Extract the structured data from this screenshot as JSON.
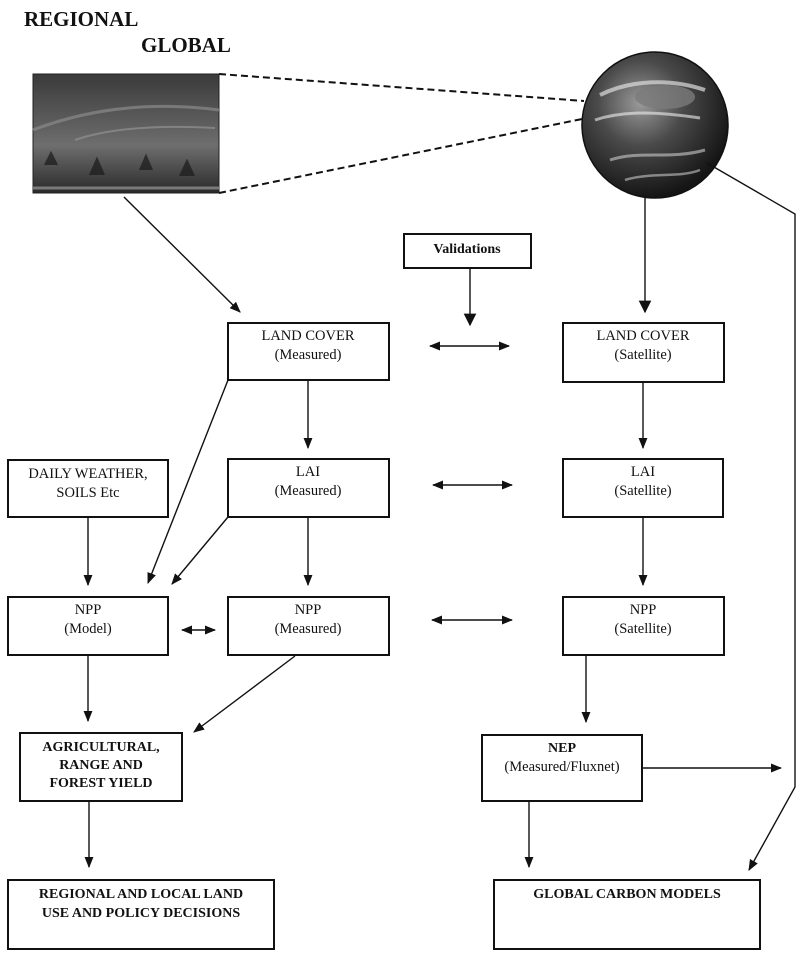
{
  "headings": {
    "regional": "REGIONAL",
    "global": "GLOBAL"
  },
  "images": {
    "regional_photo": "forest-landscape-photo",
    "global_photo": "earth-globe-photo"
  },
  "nodes": {
    "validations": {
      "line1": "Validations"
    },
    "land_cover_measured": {
      "line1": "LAND COVER",
      "line2": "(Measured)"
    },
    "land_cover_satellite": {
      "line1": "LAND COVER",
      "line2": "(Satellite)"
    },
    "daily_weather": {
      "line1": "DAILY WEATHER,",
      "line2": "SOILS Etc"
    },
    "lai_measured": {
      "line1": "LAI",
      "line2": "(Measured)"
    },
    "lai_satellite": {
      "line1": "LAI",
      "line2": "(Satellite)"
    },
    "npp_model": {
      "line1": "NPP",
      "line2": "(Model)"
    },
    "npp_measured": {
      "line1": "NPP",
      "line2": "(Measured)"
    },
    "npp_satellite": {
      "line1": "NPP",
      "line2": "(Satellite)"
    },
    "ag_yield": {
      "line1": "AGRICULTURAL,",
      "line2": "RANGE AND",
      "line3": "FOREST YIELD"
    },
    "nep": {
      "line1": "NEP",
      "line2": "(Measured/Fluxnet)"
    },
    "regional_policy": {
      "line1": "REGIONAL AND LOCAL LAND",
      "line2": "USE AND POLICY DECISIONS"
    },
    "global_carbon": {
      "line1": "GLOBAL CARBON MODELS"
    }
  },
  "edges": [
    {
      "from": "regional_photo",
      "to": "land_cover_measured"
    },
    {
      "from": "global_photo",
      "to": "land_cover_satellite"
    },
    {
      "from": "global_photo",
      "to": "global_carbon"
    },
    {
      "from": "validations",
      "to": "land_cover_comparison"
    },
    {
      "from": "land_cover_measured",
      "to": "land_cover_satellite",
      "bidirectional": true
    },
    {
      "from": "land_cover_measured",
      "to": "lai_measured"
    },
    {
      "from": "land_cover_measured",
      "to": "npp_model"
    },
    {
      "from": "land_cover_satellite",
      "to": "lai_satellite"
    },
    {
      "from": "lai_measured",
      "to": "lai_satellite",
      "bidirectional": true
    },
    {
      "from": "daily_weather",
      "to": "npp_model"
    },
    {
      "from": "lai_measured",
      "to": "npp_model"
    },
    {
      "from": "lai_measured",
      "to": "npp_measured"
    },
    {
      "from": "lai_satellite",
      "to": "npp_satellite"
    },
    {
      "from": "npp_model",
      "to": "npp_measured",
      "bidirectional": true
    },
    {
      "from": "npp_measured",
      "to": "npp_satellite",
      "bidirectional": true
    },
    {
      "from": "npp_model",
      "to": "ag_yield"
    },
    {
      "from": "npp_measured",
      "to": "ag_yield"
    },
    {
      "from": "npp_satellite",
      "to": "nep"
    },
    {
      "from": "nep",
      "to": "global_photo_line"
    },
    {
      "from": "ag_yield",
      "to": "regional_policy"
    },
    {
      "from": "nep",
      "to": "global_carbon"
    }
  ]
}
